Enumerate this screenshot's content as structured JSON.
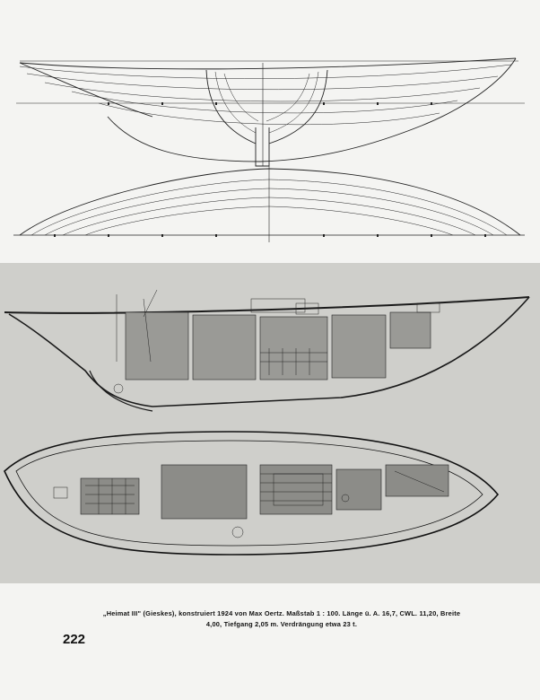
{
  "caption": {
    "line1": "„Heimat III\" (Gieskes), konstruiert 1924 von Max Oertz. Maßstab 1 : 100. Länge ü. A. 16,7, CWL. 11,20, Breite",
    "line2": "4,00, Tiefgang 2,05 m. Verdrängung etwa 23 t."
  },
  "page_number": "222"
}
